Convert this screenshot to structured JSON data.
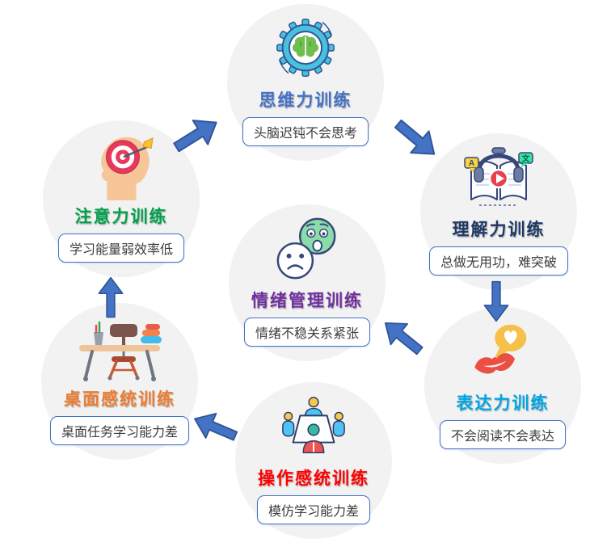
{
  "diagram": {
    "background": "#FFFFFF",
    "circle_bg": "#F2F2F2",
    "box_border": "#4472C4",
    "arrow_fill": "#4472C4",
    "arrow_stroke": "#2F5597",
    "nodes": [
      {
        "id": "thinking",
        "icon": "brain-gear-icon",
        "title": "思维力训练",
        "title_color": "#4472C4",
        "subtitle": "头脑迟钝不会思考"
      },
      {
        "id": "comprehension",
        "icon": "book-headphones-icon",
        "title": "理解力训练",
        "title_color": "#1F3864",
        "subtitle": "总做无用功，难突破",
        "icon_labels": {
          "left_bubble": "A",
          "right_bubble": "文"
        }
      },
      {
        "id": "expression",
        "icon": "lips-speech-icon",
        "title": "表达力训练",
        "title_color": "#00A6E4",
        "subtitle": "不会阅读不会表达"
      },
      {
        "id": "operation",
        "icon": "meeting-table-icon",
        "title": "操作感统训练",
        "title_color": "#FF0000",
        "subtitle": "模仿学习能力差"
      },
      {
        "id": "desktop",
        "icon": "desk-chair-icon",
        "title": "桌面感统训练",
        "title_color": "#ED7D31",
        "subtitle": "桌面任务学习能力差"
      },
      {
        "id": "attention",
        "icon": "head-target-icon",
        "title": "注意力训练",
        "title_color": "#00A14B",
        "subtitle": "学习能量弱效率低"
      },
      {
        "id": "emotion",
        "icon": "emoji-faces-icon",
        "title": "情绪管理训练",
        "title_color": "#7030A0",
        "subtitle": "情绪不稳关系紧张"
      }
    ],
    "arrows": [
      {
        "from": "注意力训练",
        "to": "思维力训练",
        "direction": "up-right"
      },
      {
        "from": "思维力训练",
        "to": "理解力训练",
        "direction": "down-right"
      },
      {
        "from": "理解力训练",
        "to": "表达力训练",
        "direction": "down"
      },
      {
        "from": "表达力训练",
        "to": "情绪管理训练",
        "direction": "up-left"
      },
      {
        "from": "操作感统训练",
        "to": "桌面感统训练",
        "direction": "up-left"
      },
      {
        "from": "桌面感统训练",
        "to": "注意力训练",
        "direction": "up"
      }
    ]
  }
}
